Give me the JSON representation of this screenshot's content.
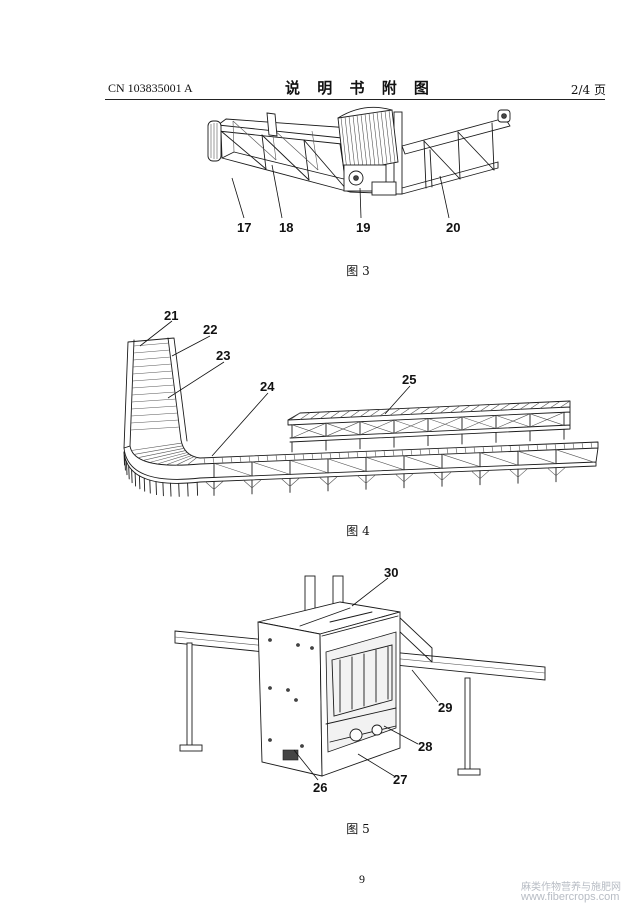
{
  "header": {
    "doc_number": "CN 103835001 A",
    "title": "说 明 书 附 图",
    "page_info": "2/4 页"
  },
  "figures": [
    {
      "caption": "图 3",
      "labels": [
        "17",
        "18",
        "19",
        "20"
      ]
    },
    {
      "caption": "图 4",
      "labels": [
        "21",
        "22",
        "23",
        "24",
        "25"
      ]
    },
    {
      "caption": "图 5",
      "labels": [
        "30",
        "29",
        "28",
        "27",
        "26"
      ]
    }
  ],
  "page_number": "9",
  "watermark": {
    "line1": "麻类作物营养与施肥网",
    "line2": "www.fibercrops.com"
  }
}
